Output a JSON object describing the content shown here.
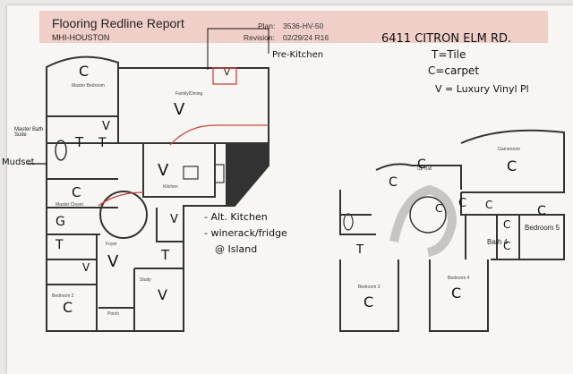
{
  "header": {
    "title": "Flooring Redline Report",
    "subtitle": "MHI-HOUSTON",
    "plan_label": "Plan:",
    "plan_value": "3536-HV-50",
    "revision_label": "Revision:",
    "revision_value": "02/29/24 R16"
  },
  "handwritten": {
    "address": "6411 CITRON ELM RD.",
    "legend_tile": "T=Tile",
    "legend_carpet": "C=carpet",
    "legend_vinyl": "V = Luxury Vinyl Pl",
    "pre_kitchen": "Pre-Kitchen",
    "mudset": "Mudset",
    "note_kitchen": "- Alt. Kitchen",
    "note_winerack": "- winerack/fridge",
    "note_island": "@ Island"
  },
  "floor1": {
    "room_master_bedroom": "Master Bedroom",
    "room_family_dining": "Family/Dining",
    "room_master_bath": "Master Bath Suite",
    "room_master_closet": "Master Closet",
    "room_kitchen": "Kitchen",
    "room_bedroom2": "Bedroom 2",
    "room_study": "Study",
    "room_foyer": "Foyer",
    "room_porch": "Porch",
    "marks": {
      "master_bedroom": "C",
      "family": "V",
      "master_bath": "T",
      "master_bath_tub": "T",
      "shower": "V",
      "kitchen": "V",
      "closet": "C",
      "laundry": "G",
      "powder": "T",
      "hall": "V",
      "hall2": "V",
      "bedroom2": "C",
      "study": "V",
      "util": "T",
      "bath_small": "V",
      "entry": "V"
    }
  },
  "floor2": {
    "room_up_hall": "Up Hall",
    "room_gameroom": "Gameroom",
    "room_bedroom3": "Bedroom 3",
    "room_bedroom4": "Bedroom 4",
    "room_bedroom5": "Bedroom 5",
    "room_bath4": "Bath 4",
    "marks": {
      "up_hall": "C",
      "gameroom": "C",
      "stair": "C",
      "landing": "C",
      "bath3": "T",
      "bedroom3": "C",
      "bedroom4": "C",
      "bedroom5_hall": "C",
      "bedroom5": "C",
      "bath4": "C",
      "closet4": "C",
      "upper_left": "C"
    }
  }
}
